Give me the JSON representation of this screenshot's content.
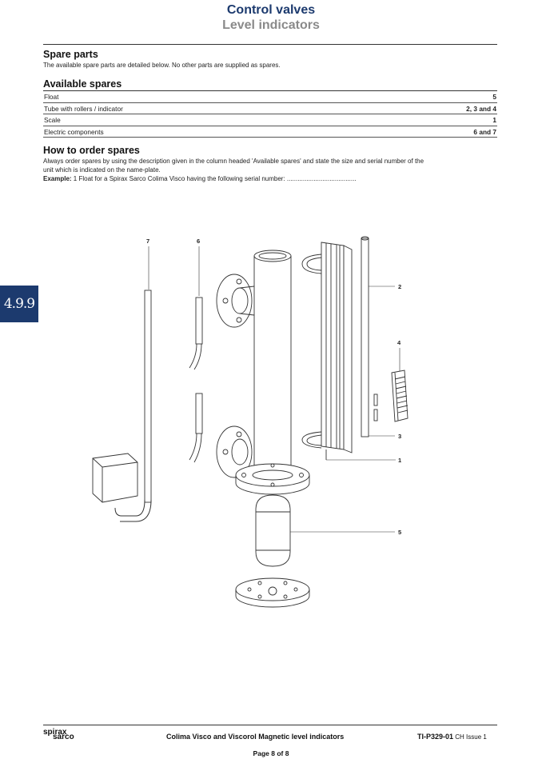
{
  "header": {
    "title": "Control valves",
    "subtitle": "Level indicators"
  },
  "spare_parts": {
    "heading": "Spare parts",
    "text": "The available spare parts are detailed below. No other parts are supplied as spares."
  },
  "available_spares": {
    "heading": "Available spares",
    "rows": [
      {
        "item": "Float",
        "ref": "5"
      },
      {
        "item": "Tube with rollers / indicator",
        "ref": "2, 3 and 4"
      },
      {
        "item": "Scale",
        "ref": "1"
      },
      {
        "item": "Electric components",
        "ref": "6 and 7"
      }
    ]
  },
  "how_to_order": {
    "heading": "How to order spares",
    "line1": "Always order spares by using the description given in the column headed 'Available spares' and state the size and serial number of the",
    "line2": "unit which is indicated on the name-plate.",
    "example_label": "Example:",
    "example_text": " 1 Float for a Spirax Sarco Colima Visco having the following serial number: ......................................."
  },
  "side_tab": "4.9.9",
  "callouts": {
    "n7": "7",
    "n6": "6",
    "n2": "2",
    "n4": "4",
    "n3": "3",
    "n1": "1",
    "n5": "5"
  },
  "footer": {
    "logo_top": "spirax",
    "logo_bottom": "sarco",
    "product": "Colima Visco and Viscorol Magnetic level indicators",
    "doc_code": "TI-P329-01",
    "doc_issue": " CH Issue 1",
    "page": "Page 8 of 8"
  }
}
